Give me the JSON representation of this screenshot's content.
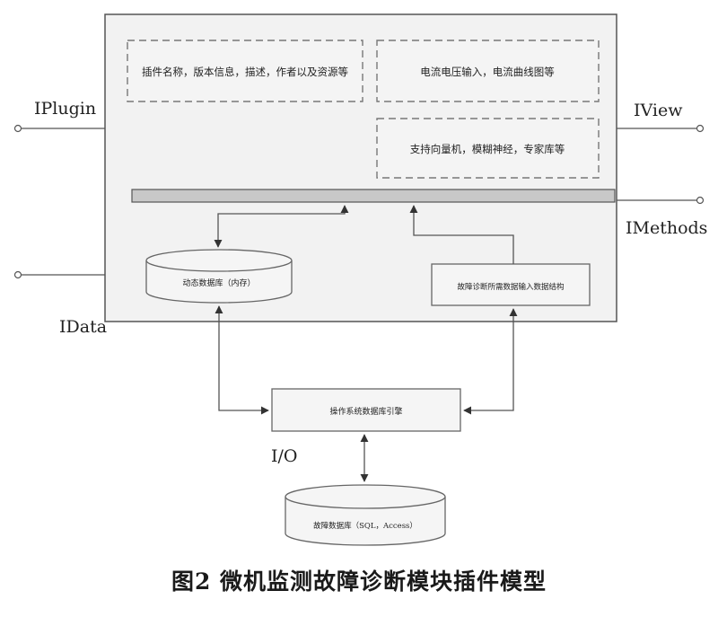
{
  "diagram": {
    "interfaces": {
      "iplugin": "IPlugin",
      "iview": "IView",
      "imethods": "IMethods",
      "idata": "IData"
    },
    "boxes": {
      "plugin_info": "插件名称，版本信息，描述，作者以及资源等",
      "current_voltage": "电流电压输入，电流曲线图等",
      "methods": "支持向量机，模糊神经，专家库等",
      "dynamic_db": "动态数据库（内存）",
      "diag_struct": "故障诊断所需数据输入数据结构",
      "os_engine": "操作系统数据库引擎",
      "fault_db": "故障数据库（SQL，Access）"
    },
    "io_label": "I/O",
    "caption": "图2   微机监测故障诊断模块插件模型"
  }
}
